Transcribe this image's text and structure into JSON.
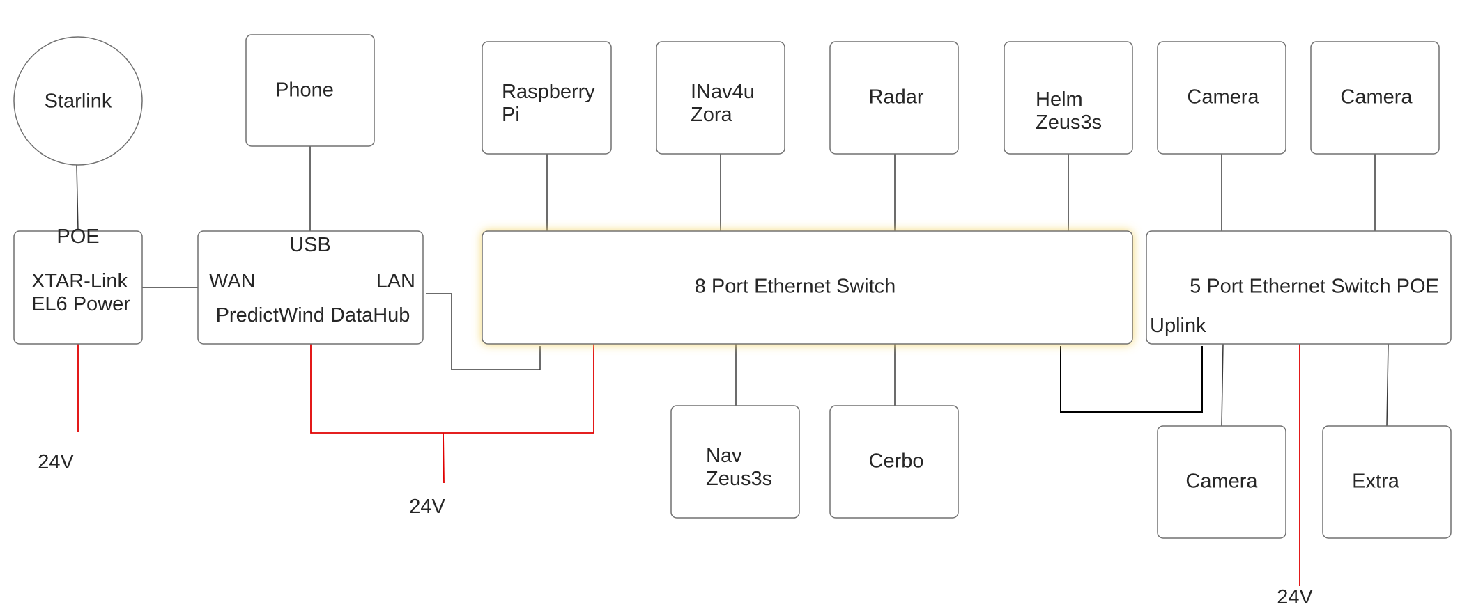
{
  "nodes": {
    "starlink": "Starlink",
    "phone": "Phone",
    "raspberry": [
      "Raspberry",
      "Pi"
    ],
    "inav": [
      "INav4u",
      "Zora"
    ],
    "radar": "Radar",
    "helm": [
      "Helm",
      "Zeus3s"
    ],
    "camera_top_1": "Camera",
    "camera_top_2": "Camera",
    "poe_box": {
      "label_top": "POE",
      "label": [
        "XTAR-Link",
        "EL6 Power"
      ]
    },
    "datahub": {
      "usb": "USB",
      "wan": "WAN",
      "lan": "LAN",
      "name": "PredictWind DataHub"
    },
    "switch8": "8 Port Ethernet Switch",
    "switch5": {
      "name": "5 Port Ethernet Switch POE",
      "uplink": "Uplink"
    },
    "nav": [
      "Nav",
      "Zeus3s"
    ],
    "cerbo": "Cerbo",
    "camera_bottom": "Camera",
    "extra": "Extra"
  },
  "power": {
    "left": "24V",
    "middle": "24V",
    "right": "24V"
  },
  "colors": {
    "power_line": "#e00000",
    "data_line": "#3a3a3a",
    "box_border": "#707070",
    "highlight_glow": "#f5d76e"
  }
}
